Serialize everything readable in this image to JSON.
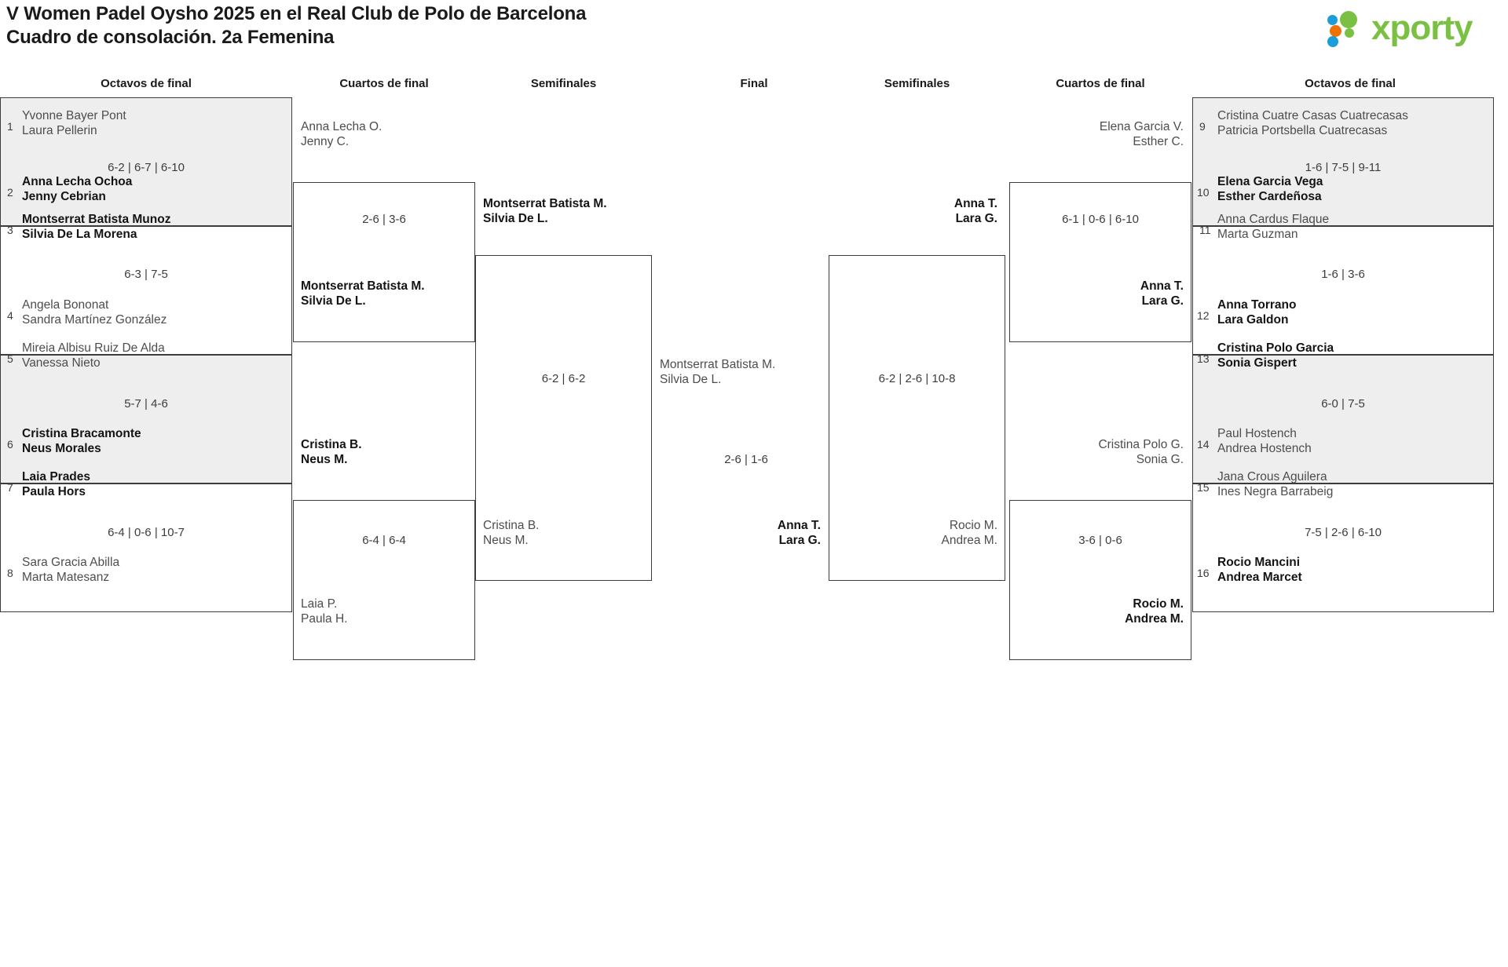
{
  "header": {
    "title_line1": "V Women Padel Oysho 2025 en el Real Club de Polo de Barcelona",
    "title_line2": "Cuadro de consolación. 2a Femenina",
    "logo_text": "xporty"
  },
  "round_headers": {
    "left_r16": "Octavos de final",
    "left_qf": "Cuartos de final",
    "left_sf": "Semifinales",
    "final": "Final",
    "right_sf": "Semifinales",
    "right_qf": "Cuartos de final",
    "right_r16": "Octavos de final"
  },
  "bracket_data": {
    "type": "tournament-bracket",
    "title": "V Women Padel Oysho 2025 en el Real Club de Polo de Barcelona — Cuadro de consolación. 2a Femenina",
    "rounds": [
      "Octavos de final",
      "Cuartos de final",
      "Semifinales",
      "Final"
    ],
    "left": {
      "r16": [
        {
          "seed_a": "1",
          "a_l1": "Yvonne Bayer Pont",
          "a_l2": "Laura Pellerin",
          "a_win": false,
          "seed_b": "2",
          "b_l1": "Anna Lecha Ochoa",
          "b_l2": "Jenny Cebrian",
          "b_win": true,
          "score": "6-2 | 6-7 | 6-10"
        },
        {
          "seed_a": "3",
          "a_l1": "Montserrat Batista Munoz",
          "a_l2": "Silvia De La Morena",
          "a_win": true,
          "seed_b": "4",
          "b_l1": "Angela Bononat",
          "b_l2": "Sandra Martínez González",
          "b_win": false,
          "score": "6-3 | 7-5"
        },
        {
          "seed_a": "5",
          "a_l1": "Mireia Albisu Ruiz De Alda",
          "a_l2": "Vanessa Nieto",
          "a_win": false,
          "seed_b": "6",
          "b_l1": "Cristina Bracamonte",
          "b_l2": "Neus Morales",
          "b_win": true,
          "score": "5-7 | 4-6"
        },
        {
          "seed_a": "7",
          "a_l1": "Laia Prades",
          "a_l2": "Paula Hors",
          "a_win": true,
          "seed_b": "8",
          "b_l1": "Sara Gracia Abilla",
          "b_l2": "Marta Matesanz",
          "b_win": false,
          "score": "6-4 | 0-6 | 10-7"
        }
      ],
      "qf": [
        {
          "a_l1": "Anna Lecha O.",
          "a_l2": "Jenny C.",
          "a_win": false,
          "b_l1": "Montserrat Batista M.",
          "b_l2": "Silvia De L.",
          "b_win": true,
          "score": "2-6 | 3-6"
        },
        {
          "a_l1": "Cristina B.",
          "a_l2": "Neus M.",
          "a_win": true,
          "b_l1": "Laia P.",
          "b_l2": "Paula H.",
          "b_win": false,
          "score": "6-4 | 6-4"
        }
      ],
      "sf": [
        {
          "a_l1": "Montserrat Batista M.",
          "a_l2": "Silvia De L.",
          "a_win": true,
          "b_l1": "Cristina B.",
          "b_l2": "Neus M.",
          "b_win": false,
          "score": "6-2 | 6-2"
        }
      ]
    },
    "final": {
      "a_l1": "Montserrat Batista M.",
      "a_l2": "Silvia De L.",
      "a_win": false,
      "b_l1": "Anna T.",
      "b_l2": "Lara G.",
      "b_win": true,
      "score": "2-6 | 1-6"
    },
    "right": {
      "sf": [
        {
          "a_l1": "Anna T.",
          "a_l2": "Lara G.",
          "a_win": true,
          "b_l1": "Rocio M.",
          "b_l2": "Andrea M.",
          "b_win": false,
          "score": "6-2 | 2-6 | 10-8"
        }
      ],
      "qf": [
        {
          "a_l1": "Elena Garcia V.",
          "a_l2": "Esther C.",
          "a_win": false,
          "b_l1": "Anna T.",
          "b_l2": "Lara G.",
          "b_win": true,
          "score": "6-1 | 0-6 | 6-10"
        },
        {
          "a_l1": "Cristina Polo G.",
          "a_l2": "Sonia G.",
          "a_win": false,
          "b_l1": "Rocio M.",
          "b_l2": "Andrea M.",
          "b_win": true,
          "score": "3-6 | 0-6"
        }
      ],
      "r16": [
        {
          "seed_a": "9",
          "a_l1": "Cristina Cuatre Casas Cuatrecasas",
          "a_l2": "Patricia Portsbella Cuatrecasas",
          "a_win": false,
          "seed_b": "10",
          "b_l1": "Elena Garcia Vega",
          "b_l2": "Esther Cardeñosa",
          "b_win": true,
          "score": "1-6 | 7-5 | 9-11"
        },
        {
          "seed_a": "11",
          "a_l1": "Anna Cardus Flaque",
          "a_l2": "Marta Guzman",
          "a_win": false,
          "seed_b": "12",
          "b_l1": "Anna Torrano",
          "b_l2": "Lara Galdon",
          "b_win": true,
          "score": "1-6 | 3-6"
        },
        {
          "seed_a": "13",
          "a_l1": "Cristina Polo Garcia",
          "a_l2": "Sonia Gispert",
          "a_win": true,
          "seed_b": "14",
          "b_l1": "Paul Hostench",
          "b_l2": "Andrea Hostench",
          "b_win": false,
          "score": "6-0 | 7-5"
        },
        {
          "seed_a": "15",
          "a_l1": "Jana Crous Aguilera",
          "a_l2": "Ines Negra Barrabeig",
          "a_win": false,
          "seed_b": "16",
          "b_l1": "Rocio Mancini",
          "b_l2": "Andrea Marcet",
          "b_win": true,
          "score": "7-5 | 2-6 | 6-10"
        }
      ]
    }
  },
  "colors": {
    "shaded_row": "#eeeeee",
    "border": "#3c3c3c",
    "winner_text": "#141414",
    "loser_text": "#4d4d4d",
    "logo_green": "#7ac143",
    "logo_blue": "#1b9dd9",
    "logo_orange": "#ee7203"
  }
}
